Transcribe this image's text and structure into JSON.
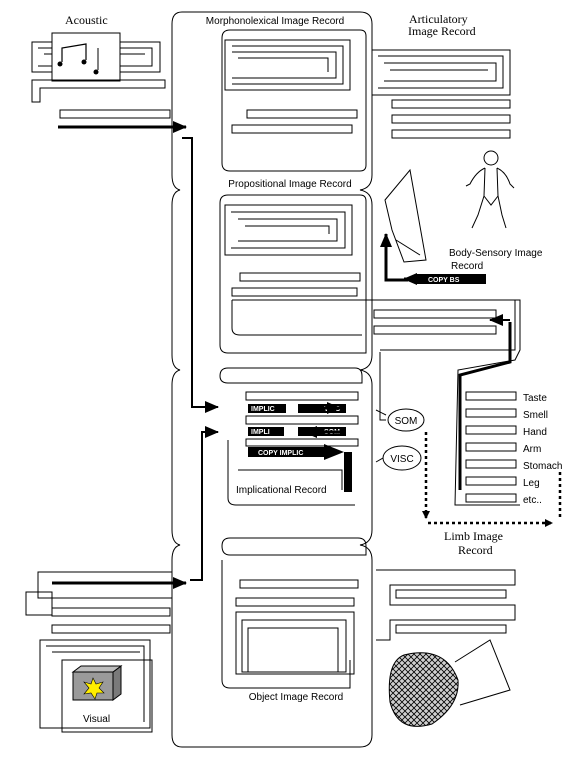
{
  "labels": {
    "acoustic": "Acoustic",
    "morphonolexical": "Morphonolexical Image Record",
    "articulatory_line1": "Articulatory",
    "articulatory_line2": "Image Record",
    "propositional": "Propositional Image Record",
    "body_sensory_line1": "Body-Sensory Image",
    "body_sensory_line2": "Record",
    "implicational": "Implicational Record",
    "limb_line1": "Limb Image",
    "limb_line2": "Record",
    "object": "Object Image Record",
    "visual": "Visual"
  },
  "tags": {
    "copy_bs": "COPY BS",
    "implic": "IMPLIC",
    "visc_1": "VISC",
    "impli": "IMPLI",
    "som_small": "SOM",
    "copy_implic": "COPY IMPLIC"
  },
  "nodes": {
    "som": "SOM",
    "visc": "VISC"
  },
  "limb_items": [
    "Taste",
    "Smell",
    "Hand",
    "Arm",
    "Stomach",
    "Leg",
    "etc.."
  ]
}
